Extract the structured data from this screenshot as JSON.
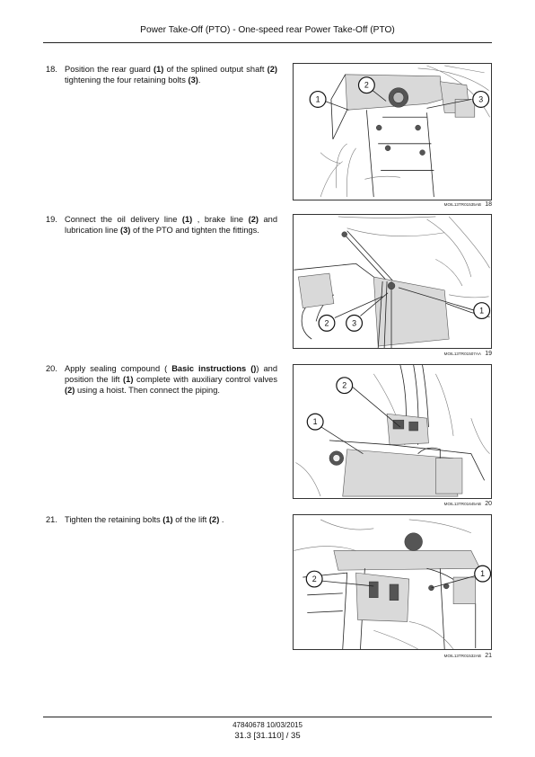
{
  "header": {
    "title": "Power Take-Off (PTO) - One-speed rear Power Take-Off (PTO)"
  },
  "steps": [
    {
      "number": "18.",
      "parts": [
        "Position the rear guard ",
        "(1)",
        " of the splined output shaft ",
        "(2)",
        " tightening the four retaining bolts ",
        "(3)",
        "."
      ],
      "figure": {
        "caption": "MOIL13TR01535AB",
        "number": "18",
        "callouts": [
          "1",
          "2",
          "3"
        ]
      }
    },
    {
      "number": "19.",
      "parts": [
        "Connect the oil delivery line ",
        "(1)",
        " , brake line ",
        "(2)",
        " and lubrication line ",
        "(3)",
        " of the PTO and tighten the fittings."
      ],
      "figure": {
        "caption": "MOIL13TR01507AA",
        "number": "19",
        "callouts": [
          "1",
          "2",
          "3"
        ]
      }
    },
    {
      "number": "20.",
      "parts": [
        "Apply sealing compound ( ",
        "Basic instructions ()",
        ") and position the lift ",
        "(1)",
        " complete with auxiliary control valves ",
        "(2)",
        " using a hoist. Then connect the piping."
      ],
      "figure": {
        "caption": "MOIL13TR01645AB",
        "number": "20",
        "callouts": [
          "1",
          "2"
        ]
      }
    },
    {
      "number": "21.",
      "parts": [
        "Tighten the retaining bolts ",
        "(1)",
        " of the lift ",
        "(2)",
        " ."
      ],
      "figure": {
        "caption": "MOIL13TR01532AB",
        "number": "21",
        "callouts": [
          "1",
          "2"
        ]
      }
    }
  ],
  "footer": {
    "doc_ref": "47840678 10/03/2015",
    "page_ref": "31.3 [31.110] / 35"
  }
}
